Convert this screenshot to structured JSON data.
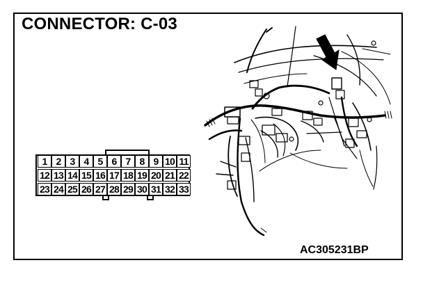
{
  "title": "CONNECTOR: C-03",
  "figure_id": "AC305231BP",
  "connector": {
    "rows": [
      [
        "1",
        "2",
        "3",
        "4",
        "5",
        "6",
        "7",
        "8",
        "9",
        "10",
        "11"
      ],
      [
        "12",
        "13",
        "14",
        "15",
        "16",
        "17",
        "18",
        "19",
        "20",
        "21",
        "22"
      ],
      [
        "23",
        "24",
        "25",
        "26",
        "27",
        "28",
        "29",
        "30",
        "31",
        "32",
        "33"
      ]
    ]
  },
  "icons": {
    "pointer": "location-arrow-icon",
    "harness": "wiring-harness-illustration"
  }
}
